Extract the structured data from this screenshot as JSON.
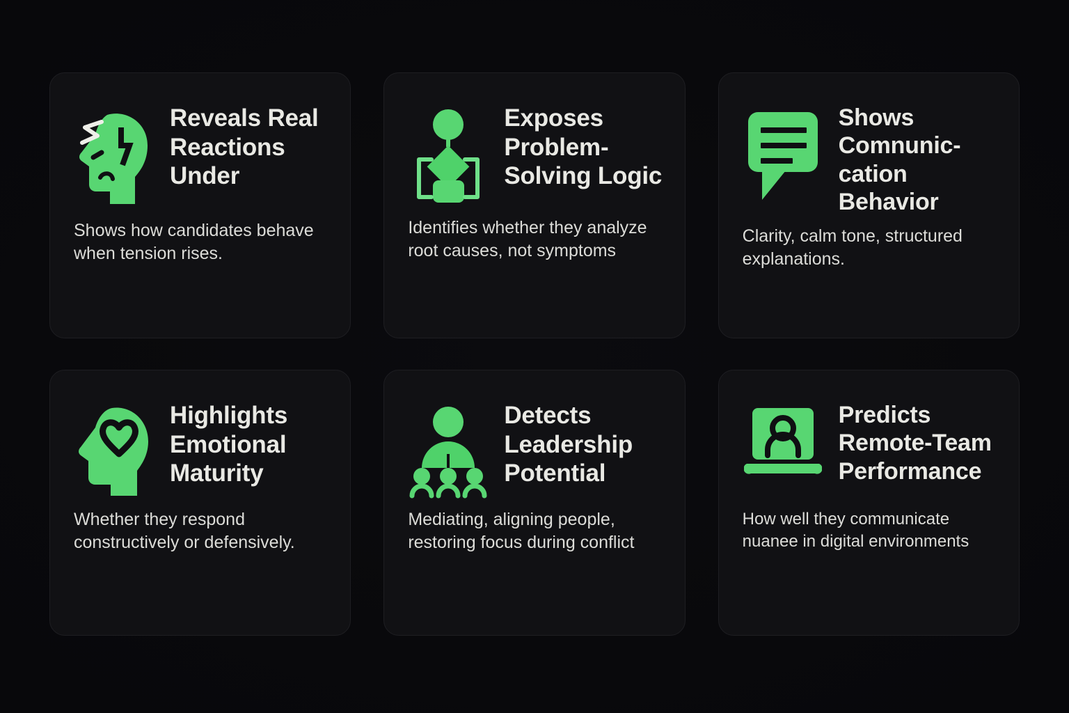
{
  "theme": {
    "page_background": "#08080a",
    "card_background": "#111114",
    "card_border": "#1e1e22",
    "accent_green": "#58d672",
    "accent_green_light": "#6fe089",
    "title_color": "#e9e9e4",
    "body_color": "#dcdcd8"
  },
  "cards": [
    {
      "id": "reveals-real-reactions-under",
      "icon": "stressed-head-lightning-icon",
      "title": "Reveals Real Reactions Under",
      "description": "Shows how candidates behave when tension rises."
    },
    {
      "id": "exposes-problem-solving-logic",
      "icon": "flowchart-icon",
      "title": "Exposes Problem-Solving Logic",
      "description": "Identifies whether they analyze root causes, not symptoms"
    },
    {
      "id": "shows-communication-behavior",
      "icon": "speech-bubble-icon",
      "title": "Shows Comnunic-cation Behavior",
      "description": "Clarity, calm tone, structured explanations."
    },
    {
      "id": "highlights-emotional-maturity",
      "icon": "head-heart-icon",
      "title": "Highlights Emotional Maturity",
      "description": "Whether they respond constructively or defensively."
    },
    {
      "id": "detects-leadership-potential",
      "icon": "leader-with-team-icon",
      "title": "Detects Leadership Potential",
      "description": "Mediating, aligning people, restoring focus during conflict"
    },
    {
      "id": "predicts-remote-team-performance",
      "icon": "laptop-person-icon",
      "title": "Predicts Remote-Team Performance",
      "description": "How well they communicate nuanee in digital environments"
    }
  ]
}
